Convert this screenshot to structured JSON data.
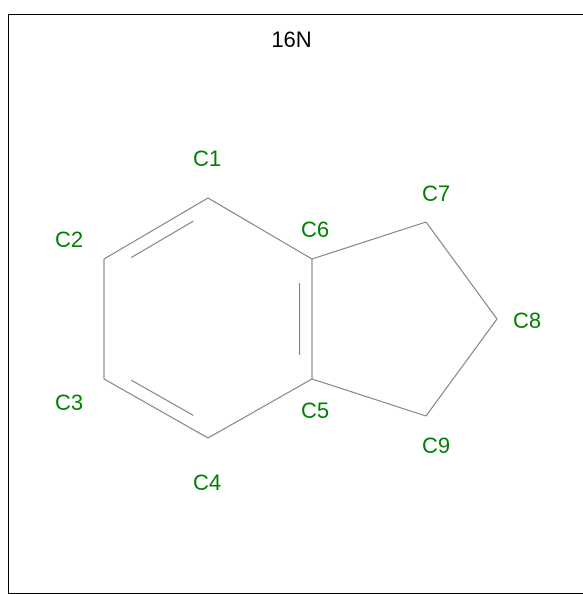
{
  "title": "16N",
  "colors": {
    "label": "#008000",
    "bond": "#7f7f7f",
    "title": "#000000"
  },
  "atoms": [
    {
      "id": "C1",
      "label": "C1"
    },
    {
      "id": "C2",
      "label": "C2"
    },
    {
      "id": "C3",
      "label": "C3"
    },
    {
      "id": "C4",
      "label": "C4"
    },
    {
      "id": "C5",
      "label": "C5"
    },
    {
      "id": "C6",
      "label": "C6"
    },
    {
      "id": "C7",
      "label": "C7"
    },
    {
      "id": "C8",
      "label": "C8"
    },
    {
      "id": "C9",
      "label": "C9"
    }
  ],
  "bonds": [
    {
      "from": "C1",
      "to": "C2",
      "order": 2
    },
    {
      "from": "C2",
      "to": "C3",
      "order": 1
    },
    {
      "from": "C3",
      "to": "C4",
      "order": 2
    },
    {
      "from": "C4",
      "to": "C5",
      "order": 1
    },
    {
      "from": "C5",
      "to": "C6",
      "order": 2
    },
    {
      "from": "C6",
      "to": "C1",
      "order": 1
    },
    {
      "from": "C6",
      "to": "C7",
      "order": 1
    },
    {
      "from": "C7",
      "to": "C8",
      "order": 1
    },
    {
      "from": "C8",
      "to": "C9",
      "order": 1
    },
    {
      "from": "C9",
      "to": "C5",
      "order": 1
    }
  ]
}
